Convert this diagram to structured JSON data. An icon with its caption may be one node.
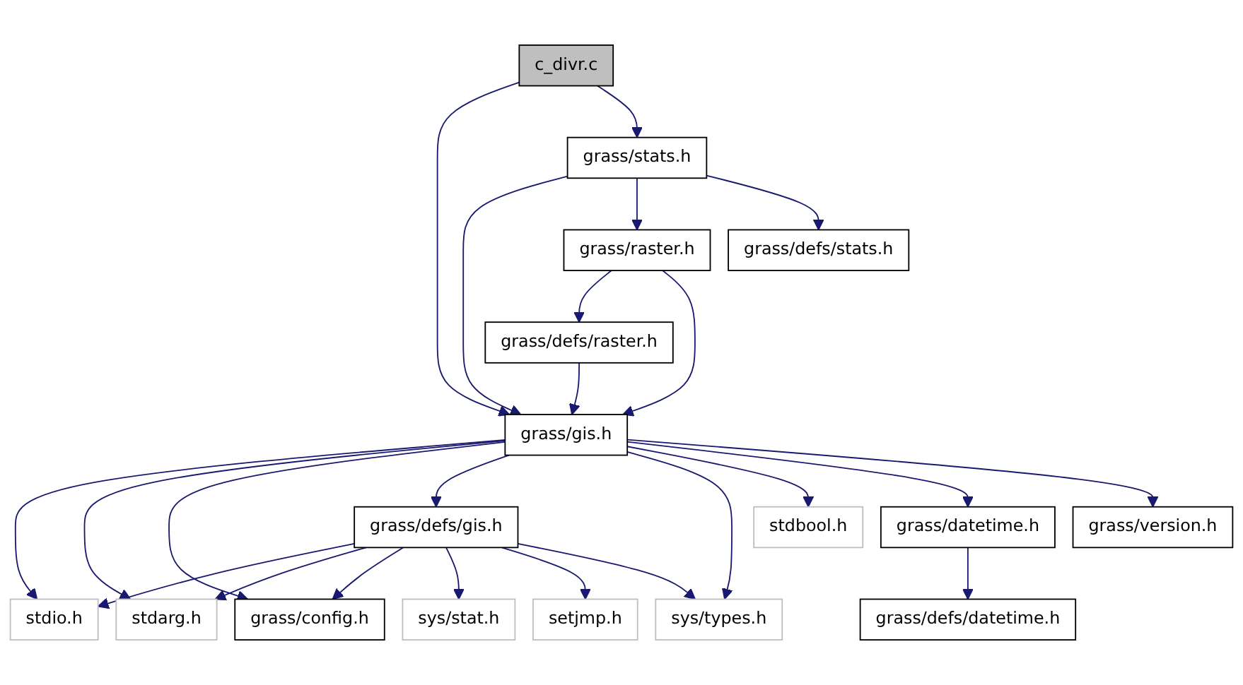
{
  "diagram": {
    "nodes": [
      {
        "text": [
          "c_divr.c"
        ]
      },
      {
        "text": [
          "grass/stats.h"
        ]
      },
      {
        "text": [
          "grass/raster.h"
        ]
      },
      {
        "text": [
          "grass/defs/stats.h"
        ]
      },
      {
        "text": [
          "grass/defs/raster.h"
        ]
      },
      {
        "text": [
          "grass/gis.h"
        ]
      },
      {
        "text": [
          "grass/defs/gis.h"
        ]
      },
      {
        "text": [
          "stdbool.h"
        ]
      },
      {
        "text": [
          "grass/datetime.h"
        ]
      },
      {
        "text": [
          "grass/version.h"
        ]
      },
      {
        "text": [
          "stdio.h"
        ]
      },
      {
        "text": [
          "stdarg.h"
        ]
      },
      {
        "text": [
          "grass/config.h"
        ]
      },
      {
        "text": [
          "sys/stat.h"
        ]
      },
      {
        "text": [
          "setjmp.h"
        ]
      },
      {
        "text": [
          "sys/types.h"
        ]
      },
      {
        "text": [
          "grass/defs/datetime.h"
        ]
      }
    ],
    "edges": [
      {
        "from": 0,
        "to": 5,
        "arrow": "to"
      },
      {
        "from": 0,
        "to": 1,
        "arrow": "to"
      },
      {
        "from": 1,
        "to": 5,
        "arrow": "to"
      },
      {
        "from": 1,
        "to": 2,
        "arrow": "to"
      },
      {
        "from": 1,
        "to": 3,
        "arrow": "to"
      },
      {
        "from": 2,
        "to": 4,
        "arrow": "to"
      },
      {
        "from": 2,
        "to": 5,
        "arrow": "to"
      },
      {
        "from": 4,
        "to": 5,
        "arrow": "to"
      },
      {
        "from": 5,
        "to": 10,
        "arrow": "to"
      },
      {
        "from": 5,
        "to": 11,
        "arrow": "to"
      },
      {
        "from": 5,
        "to": 12,
        "arrow": "to"
      },
      {
        "from": 5,
        "to": 6,
        "arrow": "to"
      },
      {
        "from": 5,
        "to": 15,
        "arrow": "to"
      },
      {
        "from": 5,
        "to": 7,
        "arrow": "to"
      },
      {
        "from": 5,
        "to": 8,
        "arrow": "to"
      },
      {
        "from": 5,
        "to": 9,
        "arrow": "to"
      },
      {
        "from": 6,
        "to": 10,
        "arrow": "to"
      },
      {
        "from": 6,
        "to": 11,
        "arrow": "to"
      },
      {
        "from": 6,
        "to": 12,
        "arrow": "to"
      },
      {
        "from": 6,
        "to": 13,
        "arrow": "to"
      },
      {
        "from": 6,
        "to": 14,
        "arrow": "to"
      },
      {
        "from": 6,
        "to": 15,
        "arrow": "to"
      },
      {
        "from": 8,
        "to": 16,
        "arrow": "to"
      }
    ]
  }
}
